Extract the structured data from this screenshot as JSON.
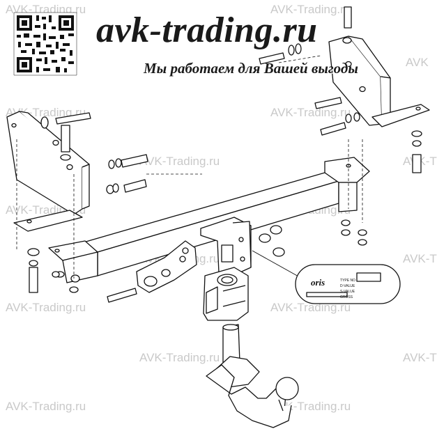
{
  "brand": {
    "title": "avk-trading.ru",
    "slogan": "Мы работаем для Вашей выгоды"
  },
  "watermarks": [
    "AVK-Trading.ru",
    "AVK-Trading.ru",
    "AVK-Trading.ru",
    "AVK-Trading.ru",
    "AVK-Trading.ru",
    "AVK-Trading.ru",
    "AVK-Trading.ru",
    "AVK-Trading.ru",
    "AVK-Trading.ru",
    "AVK-Trading.ru",
    "AVK-Trading.ru",
    "AVK-Trading.ru",
    "AVK-Trading.ru",
    "AVK-Trading.ru",
    "AVK-Trading.ru",
    "AVK-Trading.ru",
    "AVK"
  ],
  "plate": {
    "logo": "oris",
    "fields": [
      "TYPE NO",
      "D-VALUE",
      "S-VALUE",
      "GROSS"
    ]
  },
  "colors": {
    "line": "#111111",
    "watermark": "#c9c9c9",
    "background": "#ffffff"
  }
}
